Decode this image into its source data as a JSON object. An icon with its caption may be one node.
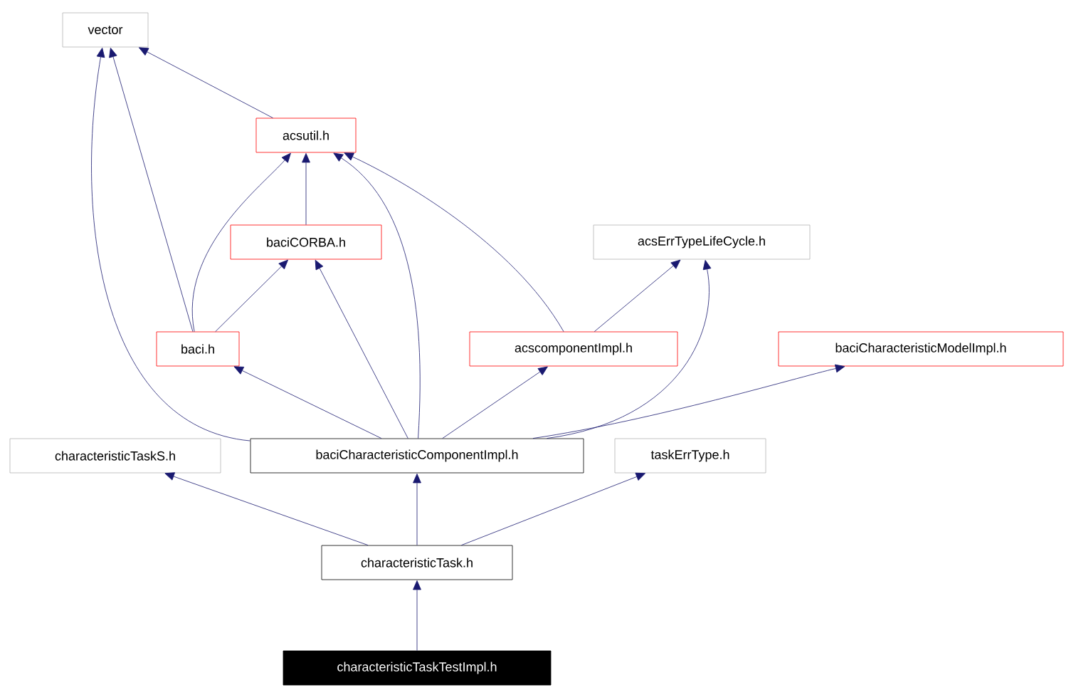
{
  "diagram": {
    "nodes": [
      {
        "text": [
          "vector"
        ]
      },
      {
        "text": [
          "acsutil.h"
        ]
      },
      {
        "text": [
          "baciCORBA.h"
        ]
      },
      {
        "text": [
          "acsErrTypeLifeCycle.h"
        ]
      },
      {
        "text": [
          "baci.h"
        ]
      },
      {
        "text": [
          "acscomponentImpl.h"
        ]
      },
      {
        "text": [
          "baciCharacteristicModelImpl.h"
        ]
      },
      {
        "text": [
          "characteristicTaskS.h"
        ]
      },
      {
        "text": [
          "baciCharacteristicComponentImpl.h"
        ]
      },
      {
        "text": [
          "taskErrType.h"
        ]
      },
      {
        "text": [
          "characteristicTask.h"
        ]
      },
      {
        "text": [
          "characteristicTaskTestImpl.h"
        ]
      }
    ],
    "edges": [
      {
        "from": 1,
        "to": 0,
        "arrow": "to"
      },
      {
        "from": 4,
        "to": 0,
        "arrow": "to"
      },
      {
        "from": 4,
        "to": 1,
        "arrow": "to"
      },
      {
        "from": 4,
        "to": 2,
        "arrow": "to"
      },
      {
        "from": 2,
        "to": 1,
        "arrow": "to"
      },
      {
        "from": 8,
        "to": 0,
        "arrow": "to"
      },
      {
        "from": 8,
        "to": 1,
        "arrow": "to"
      },
      {
        "from": 8,
        "to": 2,
        "arrow": "to"
      },
      {
        "from": 8,
        "to": 4,
        "arrow": "to"
      },
      {
        "from": 8,
        "to": 5,
        "arrow": "to"
      },
      {
        "from": 8,
        "to": 3,
        "arrow": "to"
      },
      {
        "from": 8,
        "to": 6,
        "arrow": "to"
      },
      {
        "from": 5,
        "to": 1,
        "arrow": "to"
      },
      {
        "from": 5,
        "to": 3,
        "arrow": "to"
      },
      {
        "from": 10,
        "to": 7,
        "arrow": "to"
      },
      {
        "from": 10,
        "to": 8,
        "arrow": "to"
      },
      {
        "from": 10,
        "to": 9,
        "arrow": "to"
      },
      {
        "from": 11,
        "to": 10,
        "arrow": "to"
      }
    ]
  }
}
